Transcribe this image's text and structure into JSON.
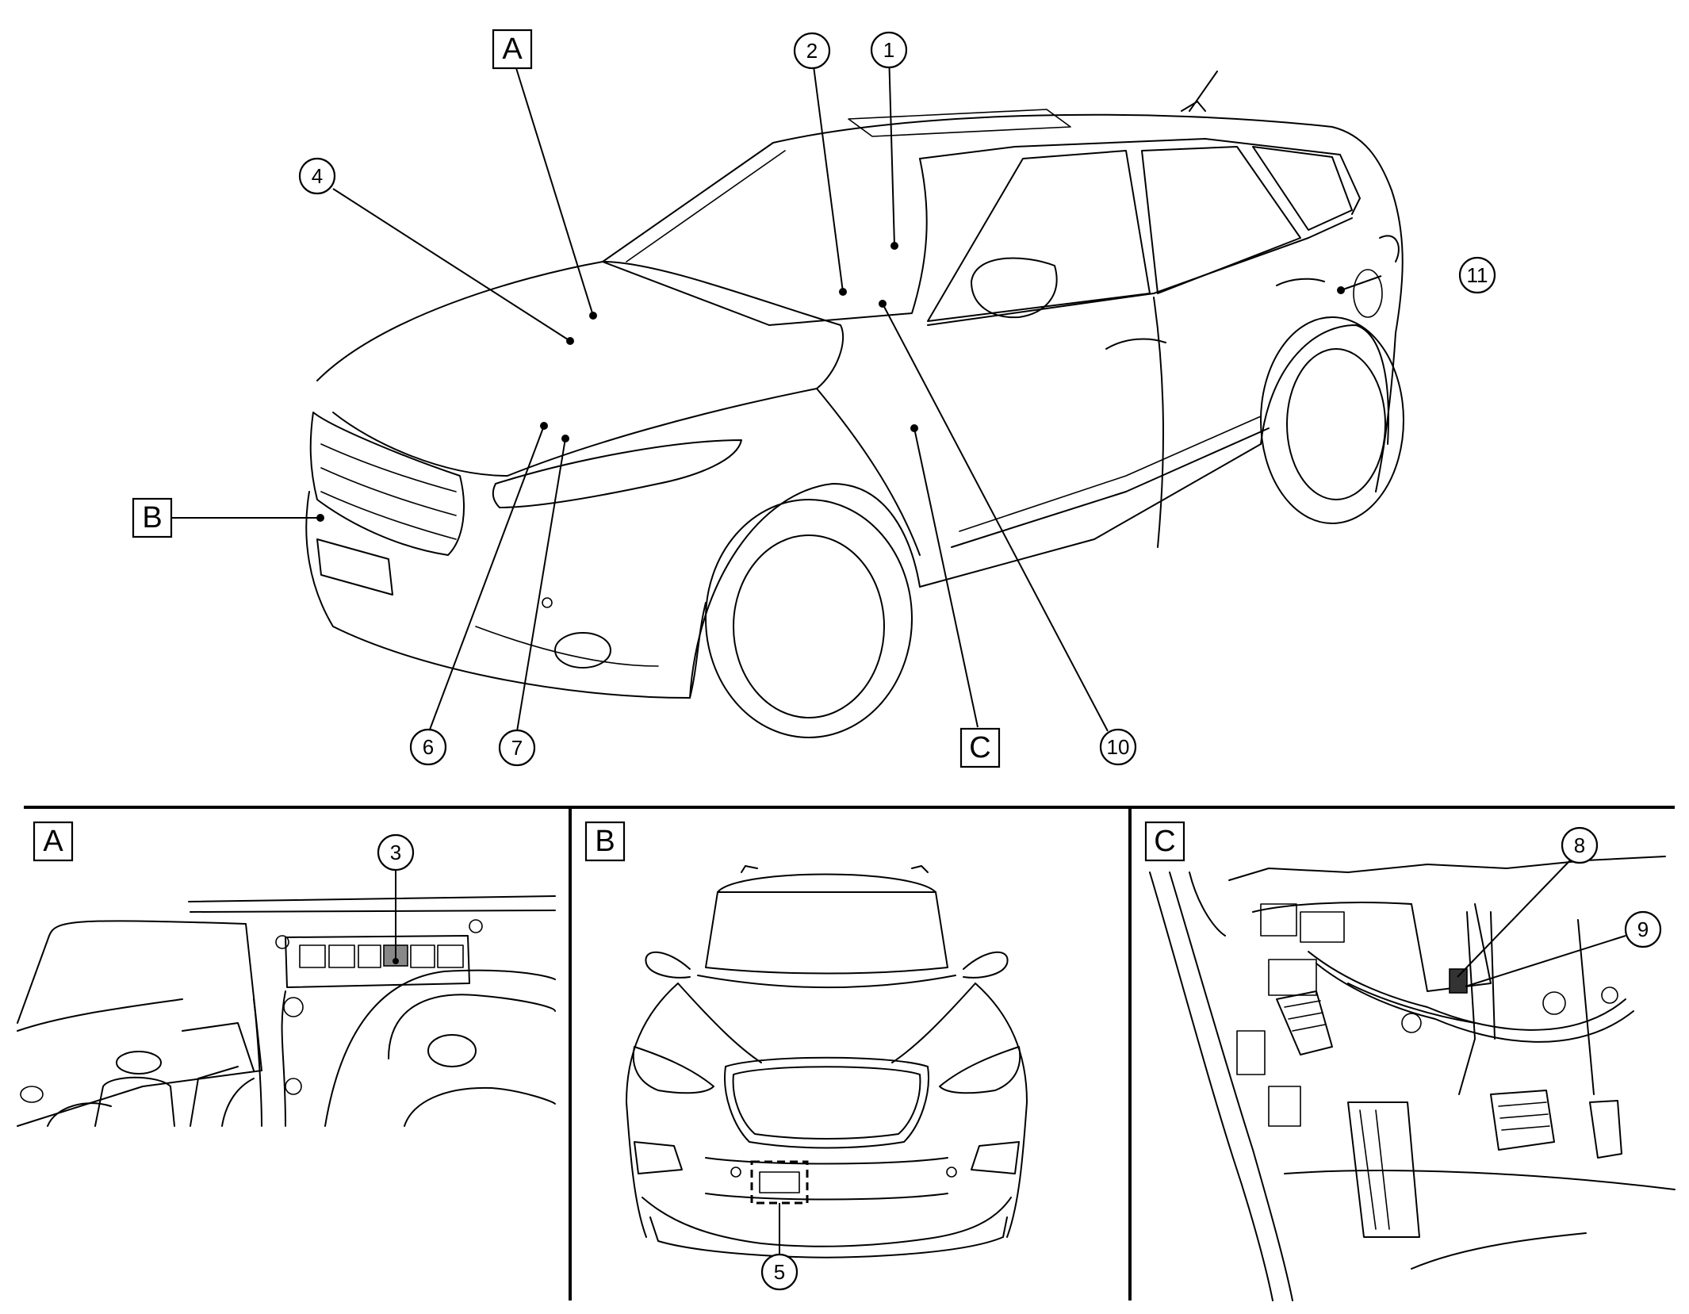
{
  "callouts": {
    "c1": "1",
    "c2": "2",
    "c3": "3",
    "c4": "4",
    "c5": "5",
    "c6": "6",
    "c7": "7",
    "c8": "8",
    "c9": "9",
    "c10": "10",
    "c11": "11"
  },
  "detail_labels": {
    "top_a": "A",
    "top_b": "B",
    "top_c": "C",
    "panel_a": "A",
    "panel_b": "B",
    "panel_c": "C"
  }
}
